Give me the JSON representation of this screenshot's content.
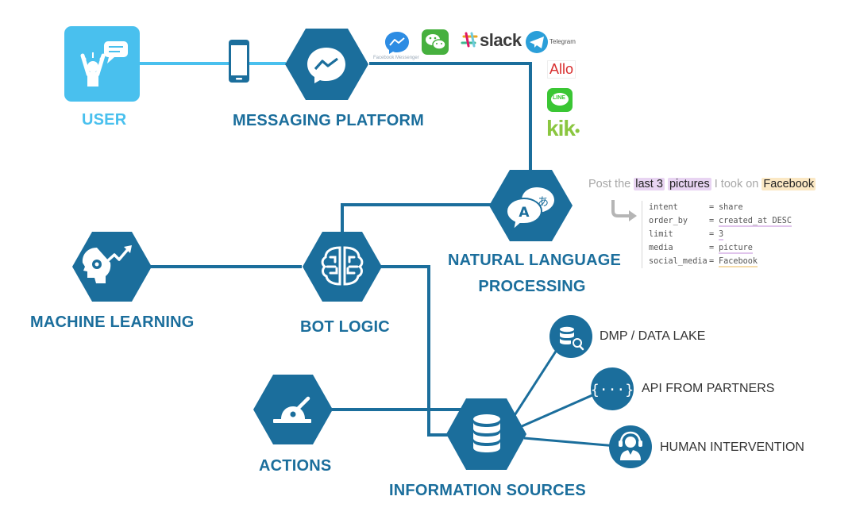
{
  "labels": {
    "user": "USER",
    "messaging_platform": "MESSAGING PLATFORM",
    "nlp_line1": "NATURAL LANGUAGE",
    "nlp_line2": "PROCESSING",
    "machine_learning": "MACHINE LEARNING",
    "bot_logic": "BOT LOGIC",
    "actions": "ACTIONS",
    "information_sources": "INFORMATION SOURCES"
  },
  "sources": [
    {
      "label": "DMP / DATA LAKE",
      "icon": "database-search-icon"
    },
    {
      "label": "API FROM PARTNERS",
      "icon": "curly-braces-icon"
    },
    {
      "label": "HUMAN INTERVENTION",
      "icon": "headset-operator-icon"
    }
  ],
  "platforms": {
    "messenger": "Facebook Messenger",
    "slack": "slack",
    "telegram": "Telegram",
    "allo": "Allo",
    "line": "LINE",
    "kik": "kik"
  },
  "nlp_example": {
    "prefix": "Post the ",
    "hl1": "last 3",
    "space": " ",
    "hl2": "pictures",
    "middle": " I took on ",
    "hl3": "Facebook",
    "fields": [
      {
        "key": "intent",
        "eq": "=",
        "value": "share"
      },
      {
        "key": "order_by",
        "eq": "=",
        "value": "created_at DESC"
      },
      {
        "key": "limit",
        "eq": "=",
        "value": "3"
      },
      {
        "key": "media",
        "eq": "=",
        "value": "picture"
      },
      {
        "key": "social_media",
        "eq": "=",
        "value": "Facebook"
      }
    ]
  },
  "colors": {
    "node": "#1b6e9c",
    "user_box": "#49c0ee",
    "connector": "#1b6e9c",
    "user_connector": "#49c0ee"
  }
}
